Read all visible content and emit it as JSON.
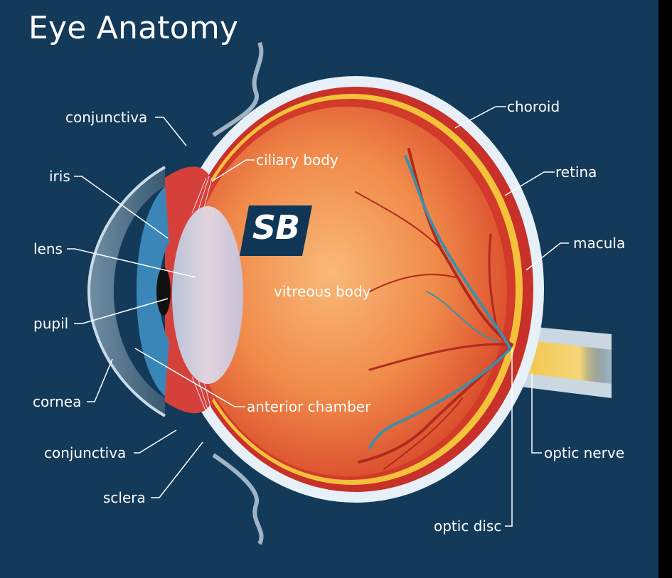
{
  "title": "Eye Anatomy",
  "logo": {
    "text": "SB"
  },
  "labels": {
    "conjunctiva_top": "conjunctiva",
    "iris": "iris",
    "lens": "lens",
    "pupil": "pupil",
    "cornea": "cornea",
    "conjunctiva_bottom": "conjunctiva",
    "sclera": "sclera",
    "ciliary_body": "ciliary body",
    "vitreous_body": "vitreous body",
    "anterior_chamber": "anterior chamber",
    "choroid": "choroid",
    "retina": "retina",
    "macula": "macula",
    "optic_nerve": "optic nerve",
    "optic_disc": "optic disc"
  },
  "colors": {
    "background": "#143a5a",
    "sclera": "#e6f0f6",
    "choroid": "#c8302a",
    "retina": "#f2c23a",
    "vitreous_center": "#f6a15a",
    "vitreous_edge": "#e2562a",
    "lens": "#d8d6e6",
    "iris": "#3a86b8",
    "vessel_artery": "#b02a1e",
    "vessel_vein": "#3e8fa8"
  }
}
